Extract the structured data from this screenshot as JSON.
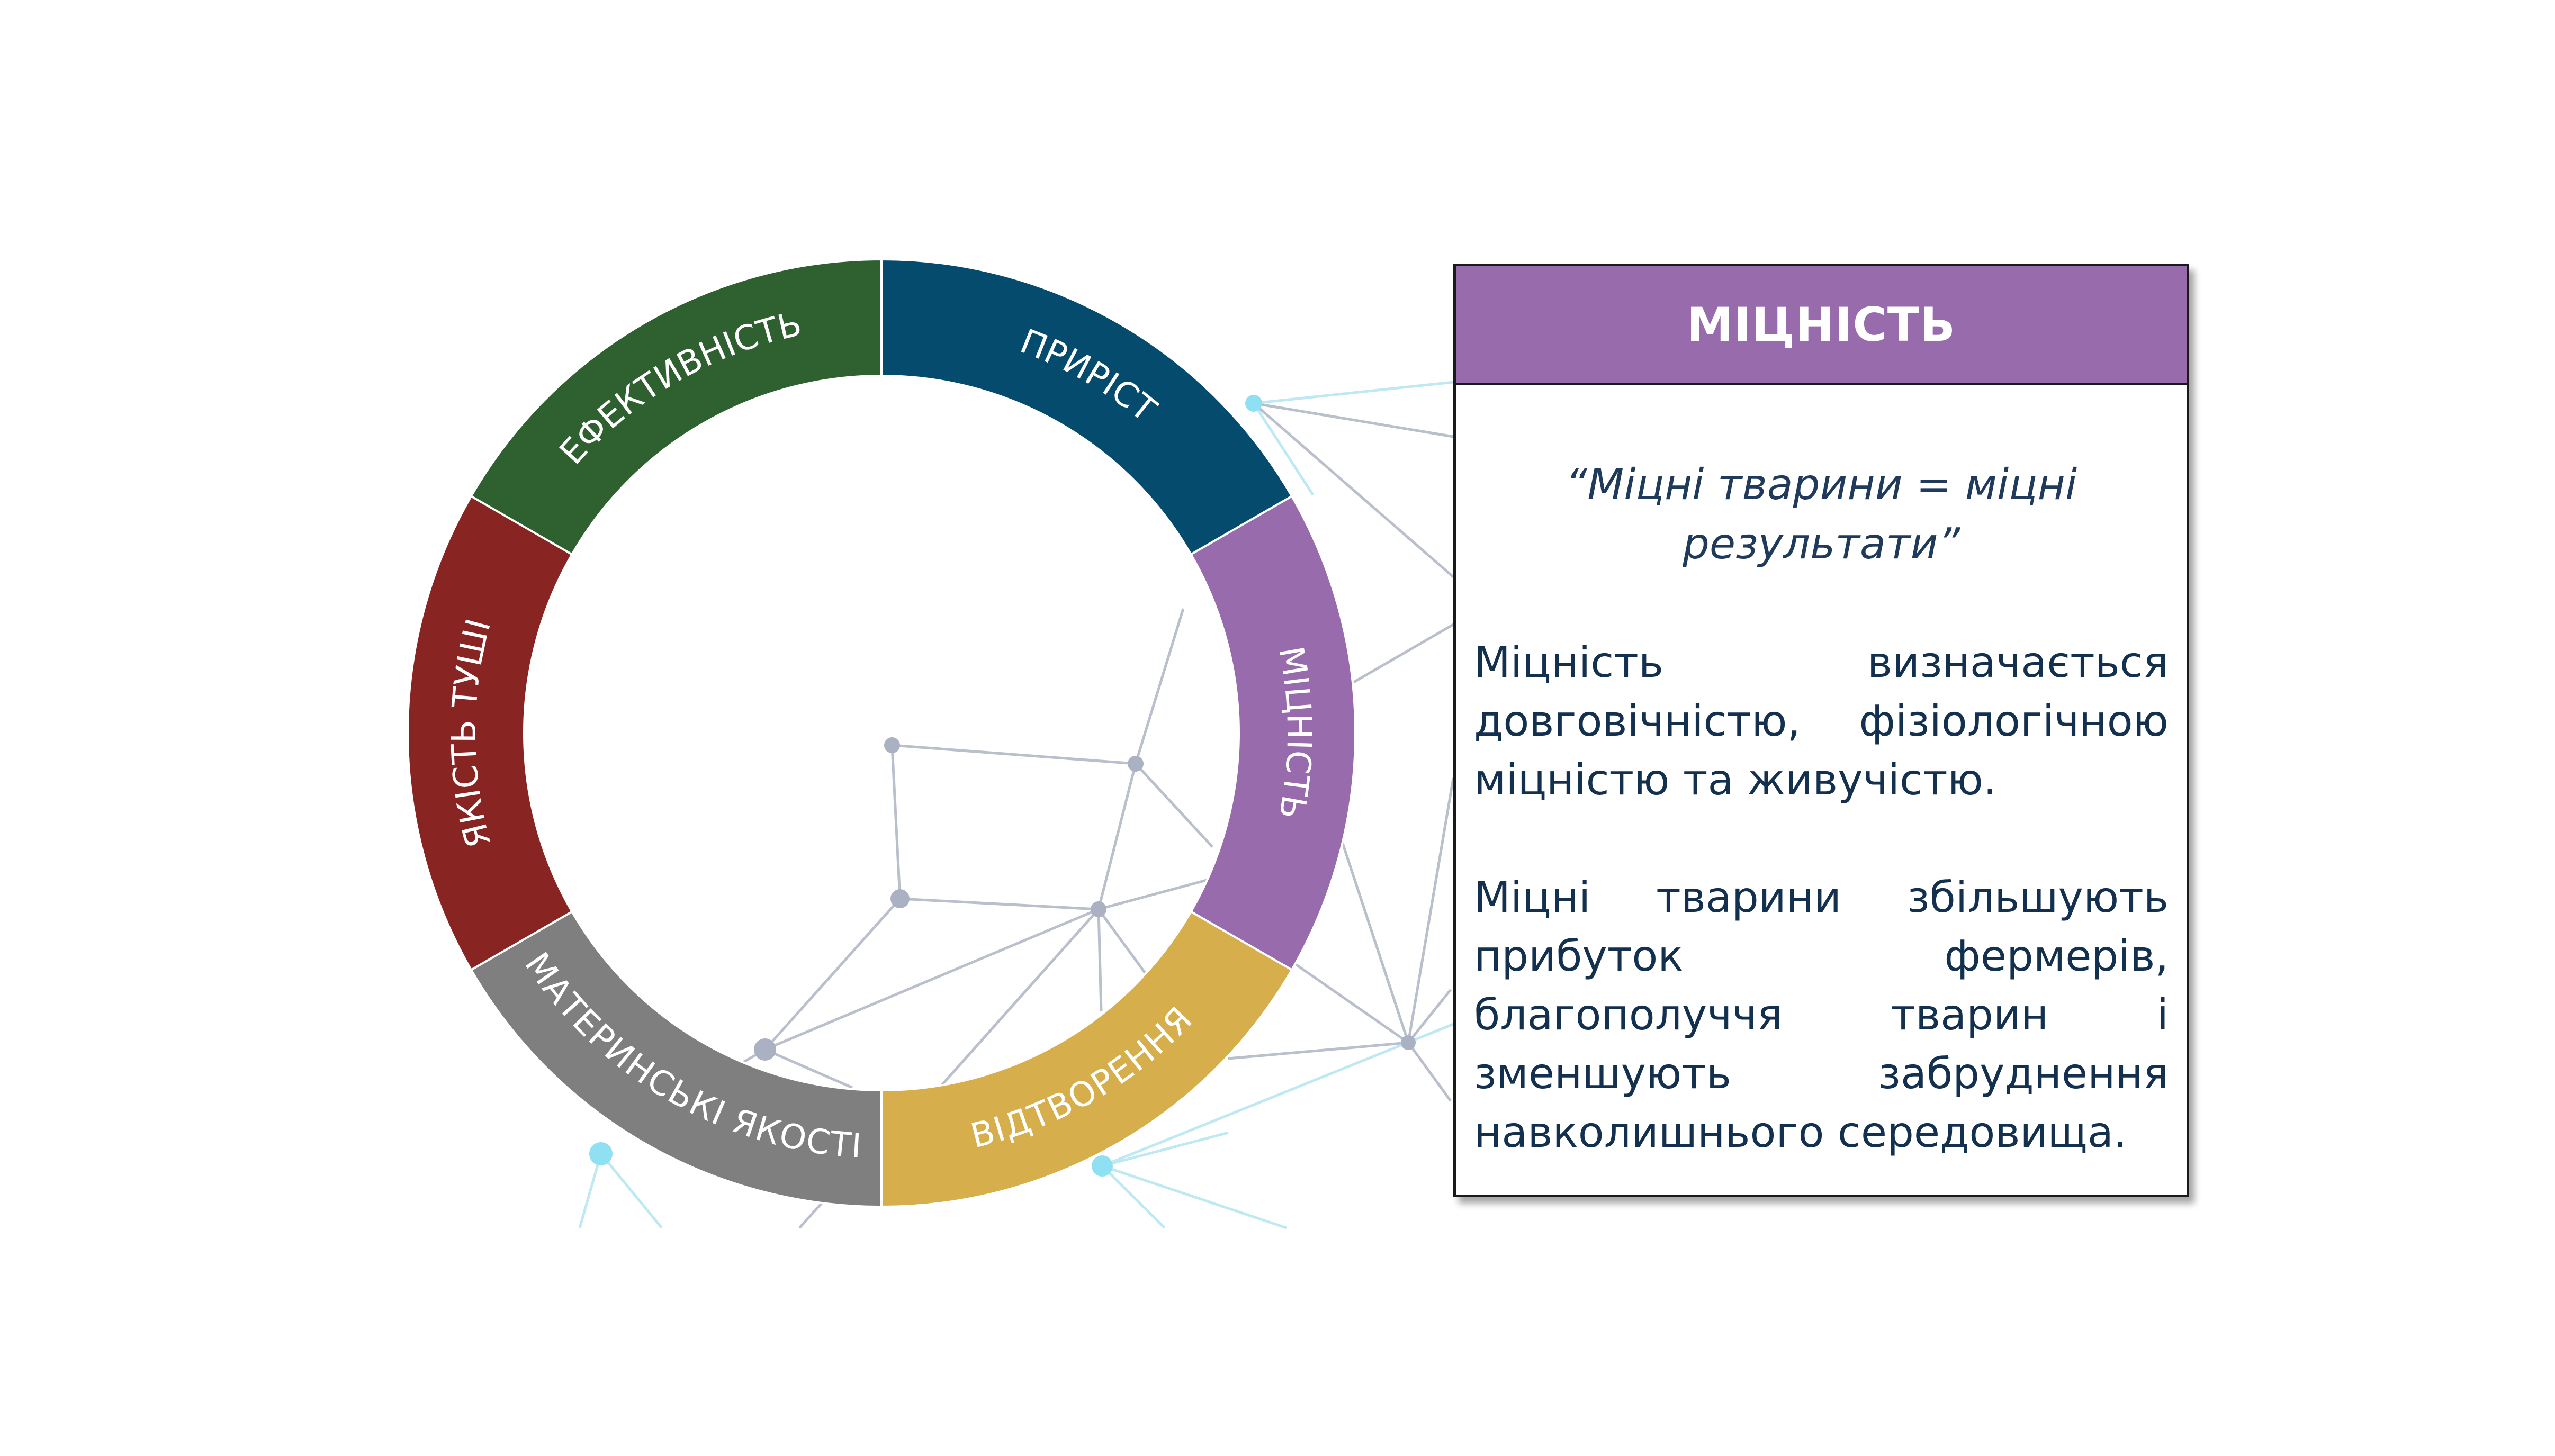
{
  "diagram": {
    "segments": [
      {
        "label": "ПРИРІСТ",
        "color": "#054b6d"
      },
      {
        "label": "МІЦНІСТЬ",
        "color": "#986bac"
      },
      {
        "label": "ВІДТВОРЕННЯ",
        "color": "#d6af4c"
      },
      {
        "label": "МАТЕРИНСЬКІ ЯКОСТІ",
        "color": "#7f7f7f"
      },
      {
        "label": "ЯКІСТЬ ТУШІ",
        "color": "#882523"
      },
      {
        "label": "ЕФЕКТИВНІСТЬ",
        "color": "#2e6030"
      }
    ]
  },
  "info_panel": {
    "title": "МІЦНІСТЬ",
    "quote": "“Міцні тварини = міцні результати”",
    "paragraphs": [
      "Міцність визначається довговічністю, фізіологічною міцністю та живучістю.",
      "Міцні тварини збільшують прибуток фермерів, благополуччя тварин і зменшують забруднення навколишнього середовища."
    ]
  },
  "colors": {
    "header_bg": "#986bac",
    "text": "#13304f",
    "network_line": "#b9bfcb",
    "network_cyan": "#8fe0f2"
  }
}
